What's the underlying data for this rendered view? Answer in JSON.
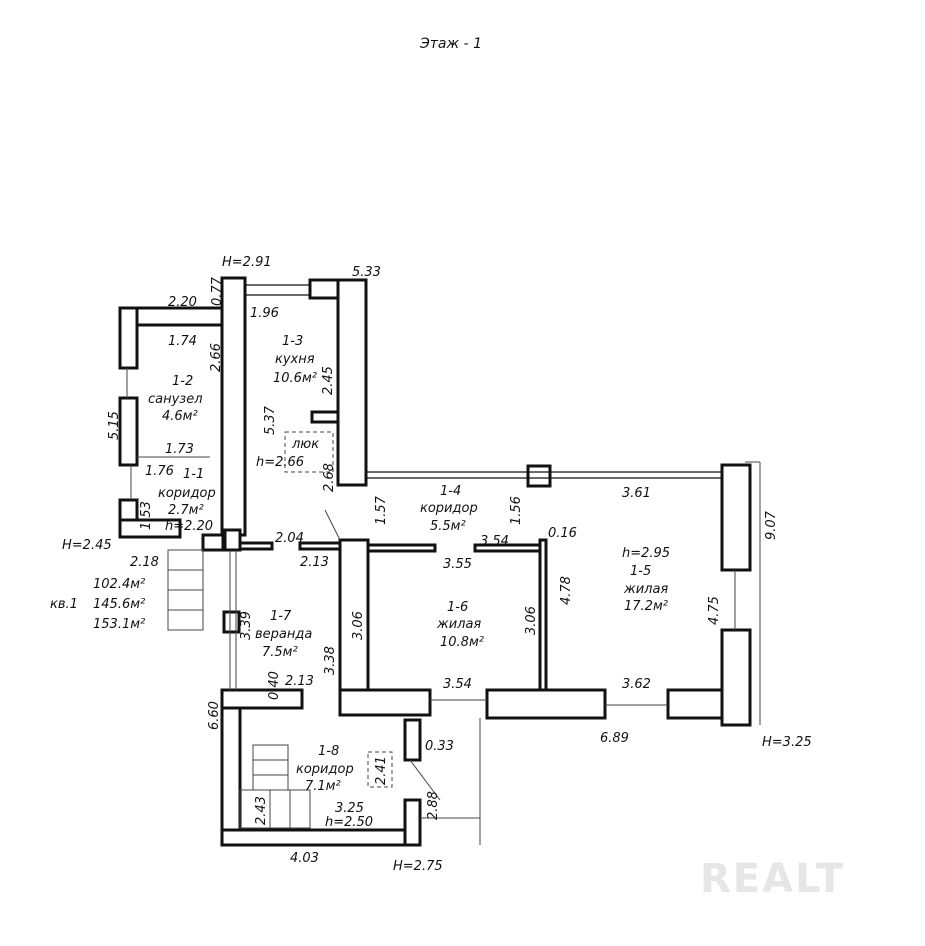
{
  "title": "Этаж - 1",
  "watermark": "REALT",
  "rooms": [
    {
      "id": "1-1",
      "name": "коридор",
      "area": "2.7м²",
      "height": "h=2.20"
    },
    {
      "id": "1-2",
      "name": "санузел",
      "area": "4.6м²"
    },
    {
      "id": "1-3",
      "name": "кухня",
      "area": "10.6м²"
    },
    {
      "id": "1-4",
      "name": "коридор",
      "area": "5.5м²"
    },
    {
      "id": "1-5",
      "name": "жилая",
      "area": "17.2м²",
      "height": "h=2.95"
    },
    {
      "id": "1-6",
      "name": "жилая",
      "area": "10.8м²"
    },
    {
      "id": "1-7",
      "name": "веранда",
      "area": "7.5м²"
    },
    {
      "id": "1-8",
      "name": "коридор",
      "area": "7.1м²",
      "height": "h=2.50"
    }
  ],
  "hatch": {
    "label": "люк",
    "height": "h=2.66"
  },
  "apartment": {
    "label": "кв.1",
    "areas": [
      "102.4м²",
      "145.6м²",
      "153.1м²"
    ]
  },
  "levels": [
    "H=2.91",
    "H=2.45",
    "H=3.25",
    "H=2.75"
  ],
  "dimensions": [
    "5.33",
    "2.20",
    "0.77",
    "1.96",
    "1.74",
    "2.66",
    "2.45",
    "5.37",
    "5.15",
    "1.73",
    "1.76",
    "2.68",
    "1.57",
    "1.56",
    "3.61",
    "9.07",
    "1.53",
    "2.18",
    "2.04",
    "2.13",
    "3.54",
    "0.16",
    "3.55",
    "4.78",
    "4.75",
    "3.39",
    "3.06",
    "3.06",
    "3.38",
    "0.40",
    "2.13",
    "3.54",
    "3.62",
    "6.89",
    "6.60",
    "0.33",
    "2.41",
    "2.43",
    "3.25",
    "2.88",
    "4.03"
  ]
}
